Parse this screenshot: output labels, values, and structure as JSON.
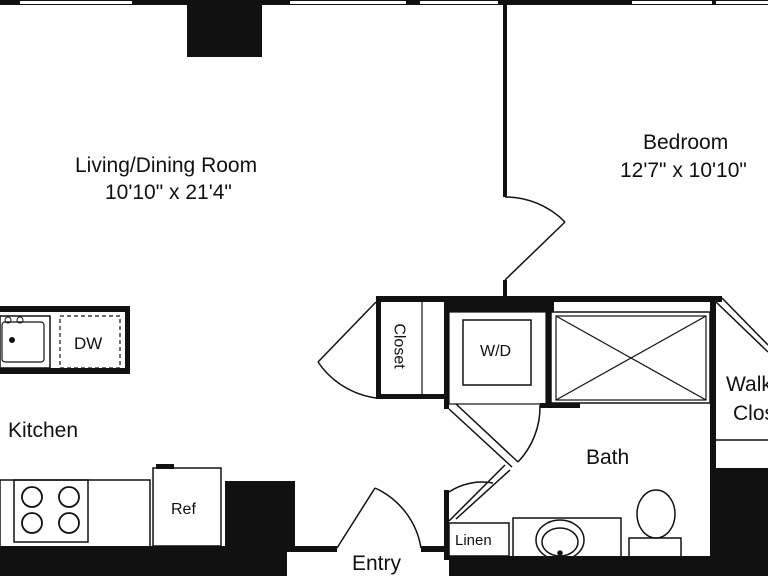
{
  "floorplan": {
    "rooms": {
      "living": {
        "name": "Living/Dining Room",
        "dims": "10'10\" x 21'4\""
      },
      "bedroom": {
        "name": "Bedroom",
        "dims": "12'7\" x 10'10\""
      },
      "kitchen": {
        "name": "Kitchen"
      },
      "bath": {
        "name": "Bath"
      },
      "entry": {
        "name": "Entry"
      },
      "closet": {
        "name": "Closet"
      },
      "walk_in_closet": {
        "line1": "Walk-In",
        "line2": "Closet"
      }
    },
    "fixtures": {
      "dishwasher": "DW",
      "washer_dryer": "W/D",
      "refrigerator": "Ref",
      "linen": "Linen"
    },
    "colors": {
      "wall": "#111111",
      "line": "#222222",
      "background": "#ffffff"
    }
  }
}
